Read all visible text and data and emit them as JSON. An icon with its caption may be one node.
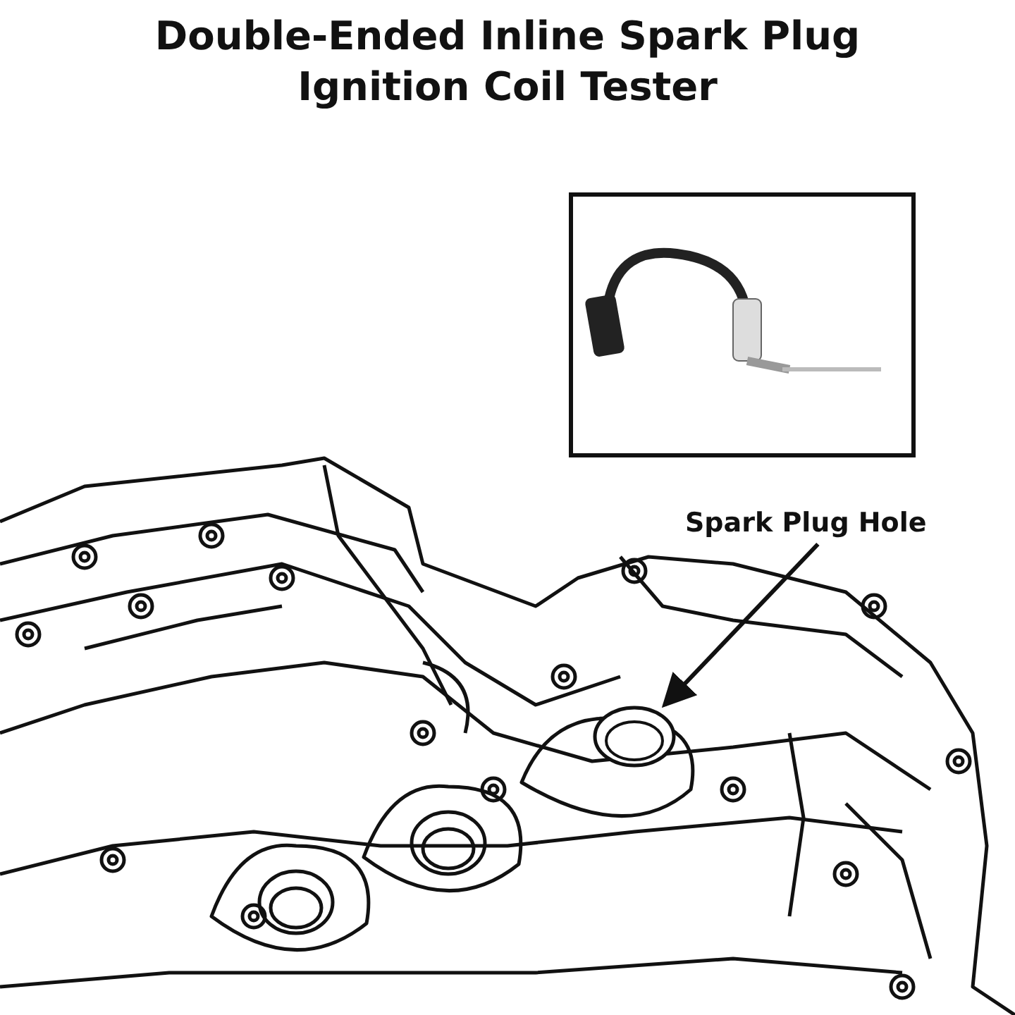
{
  "diagram": {
    "title": "Double-Ended Inline Spark Plug Ignition Coil Tester",
    "nodes": [
      {
        "text": [
          "Spark Plug Hole"
        ]
      },
      {
        "text": [],
        "shape": "picture"
      }
    ],
    "edges": [
      {
        "from": 0,
        "to": 1,
        "arrow": "to"
      }
    ]
  }
}
